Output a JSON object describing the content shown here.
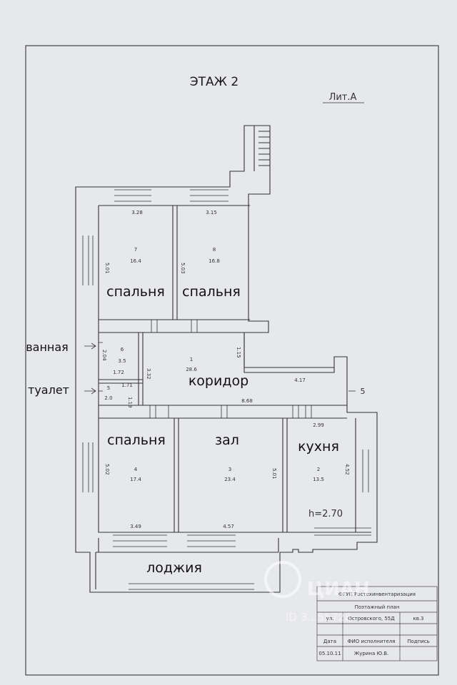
{
  "plan": {
    "floor_title": "ЭТАЖ 2",
    "lit": "Лит.А",
    "height_note": "h=2.70",
    "section_marker": "5",
    "rooms": {
      "bed1": {
        "label": "спальня",
        "num": "7",
        "area": "16.4",
        "w": "3.28",
        "h": "5.01"
      },
      "bed2": {
        "label": "спальня",
        "num": "8",
        "area": "16.8",
        "w": "3.15",
        "h": "5.03"
      },
      "bath": {
        "label": "ванная",
        "num": "6",
        "area": "3.5",
        "w": "1.72",
        "h": "2.04"
      },
      "wc": {
        "label": "туалет",
        "num": "5",
        "area": "2.0",
        "w": "1.71",
        "h": "1.19"
      },
      "corridor": {
        "label": "коридор",
        "num": "1",
        "area": "28.6",
        "w": "8.68",
        "h": "3.32",
        "x1": "4.17",
        "x2": "1.15"
      },
      "bed3": {
        "label": "спальня",
        "num": "4",
        "area": "17.4",
        "w": "3.49",
        "h": "5.02"
      },
      "hall": {
        "label": "зал",
        "num": "3",
        "area": "23.4",
        "w": "4.57",
        "h": "5.01"
      },
      "kitchen": {
        "label": "кухня",
        "num": "2",
        "area": "13.5",
        "w": "2.99",
        "h": "4.52"
      },
      "loggia": {
        "label": "лоджия"
      }
    }
  },
  "stamp": {
    "org": "ФГУП Ростехинвентаризация",
    "type": "Поэтажный план",
    "address_pre": "ул.",
    "address": "Островского, 55Д",
    "apt": "кв.3",
    "date_label": "Дата",
    "fio_label": "ФИО исполнителя",
    "sign_label": "Подпись",
    "date": "05.10.11",
    "executor": "Журина Ю.В."
  },
  "watermark": {
    "brand": "ЦИАН",
    "id": "ID 3...55728"
  }
}
